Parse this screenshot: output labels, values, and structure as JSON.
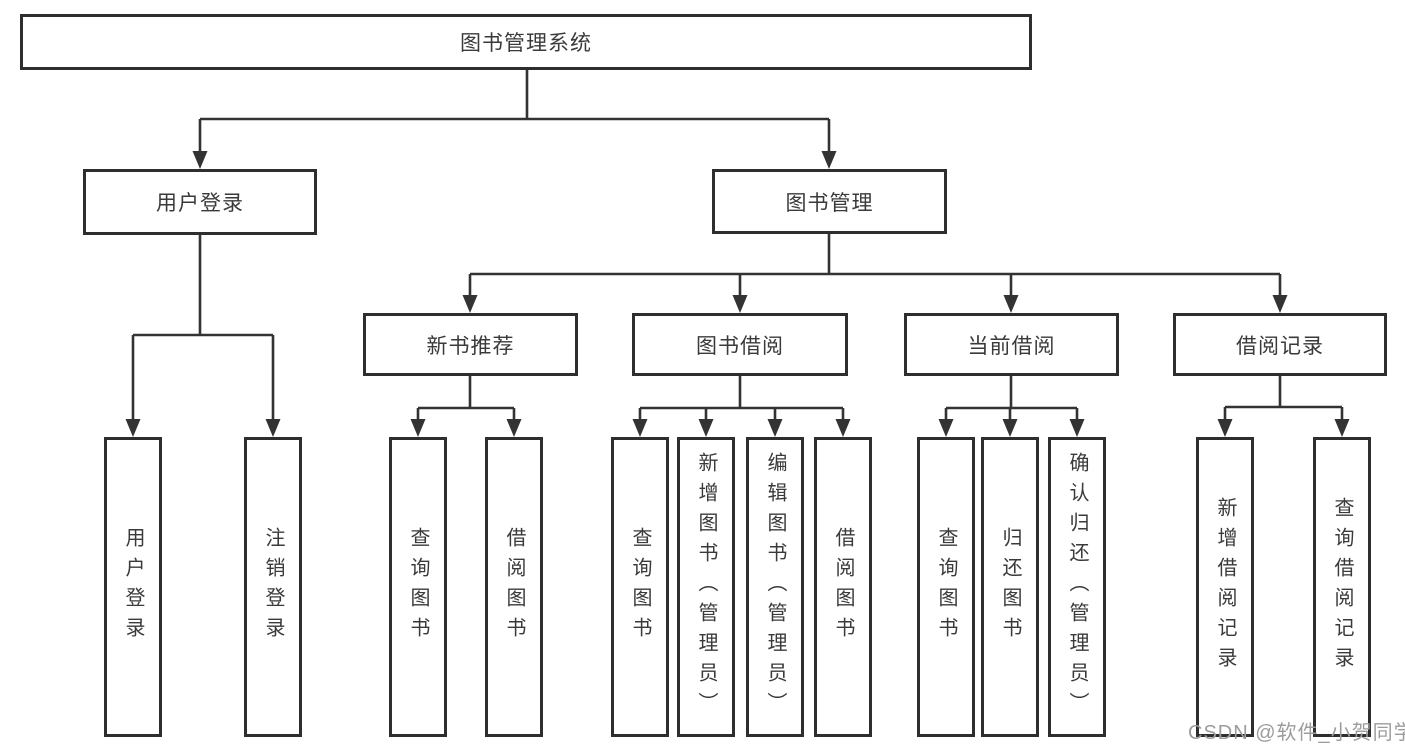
{
  "diagram": {
    "type": "hierarchy",
    "title": "图书管理系统",
    "tree": {
      "label": "图书管理系统",
      "children": [
        {
          "label": "用户登录",
          "children": [
            {
              "label": "用户登录"
            },
            {
              "label": "注销登录"
            }
          ]
        },
        {
          "label": "图书管理",
          "children": [
            {
              "label": "新书推荐",
              "children": [
                {
                  "label": "查询图书"
                },
                {
                  "label": "借阅图书"
                }
              ]
            },
            {
              "label": "图书借阅",
              "children": [
                {
                  "label": "查询图书"
                },
                {
                  "label": "新增图书（管理员）"
                },
                {
                  "label": "编辑图书（管理员）"
                },
                {
                  "label": "借阅图书"
                }
              ]
            },
            {
              "label": "当前借阅",
              "children": [
                {
                  "label": "查询图书"
                },
                {
                  "label": "归还图书"
                },
                {
                  "label": "确认归还（管理员）"
                }
              ]
            },
            {
              "label": "借阅记录",
              "children": [
                {
                  "label": "新增借阅记录"
                },
                {
                  "label": "查询借阅记录"
                }
              ]
            }
          ]
        }
      ]
    }
  },
  "watermark": {
    "text": "CSDN @软件_小贺同学"
  },
  "colors": {
    "line": "#333333",
    "box_border": "#2e2e2e",
    "text": "#3a3a3a",
    "watermark": "#9c9c9c",
    "background": "#ffffff"
  }
}
